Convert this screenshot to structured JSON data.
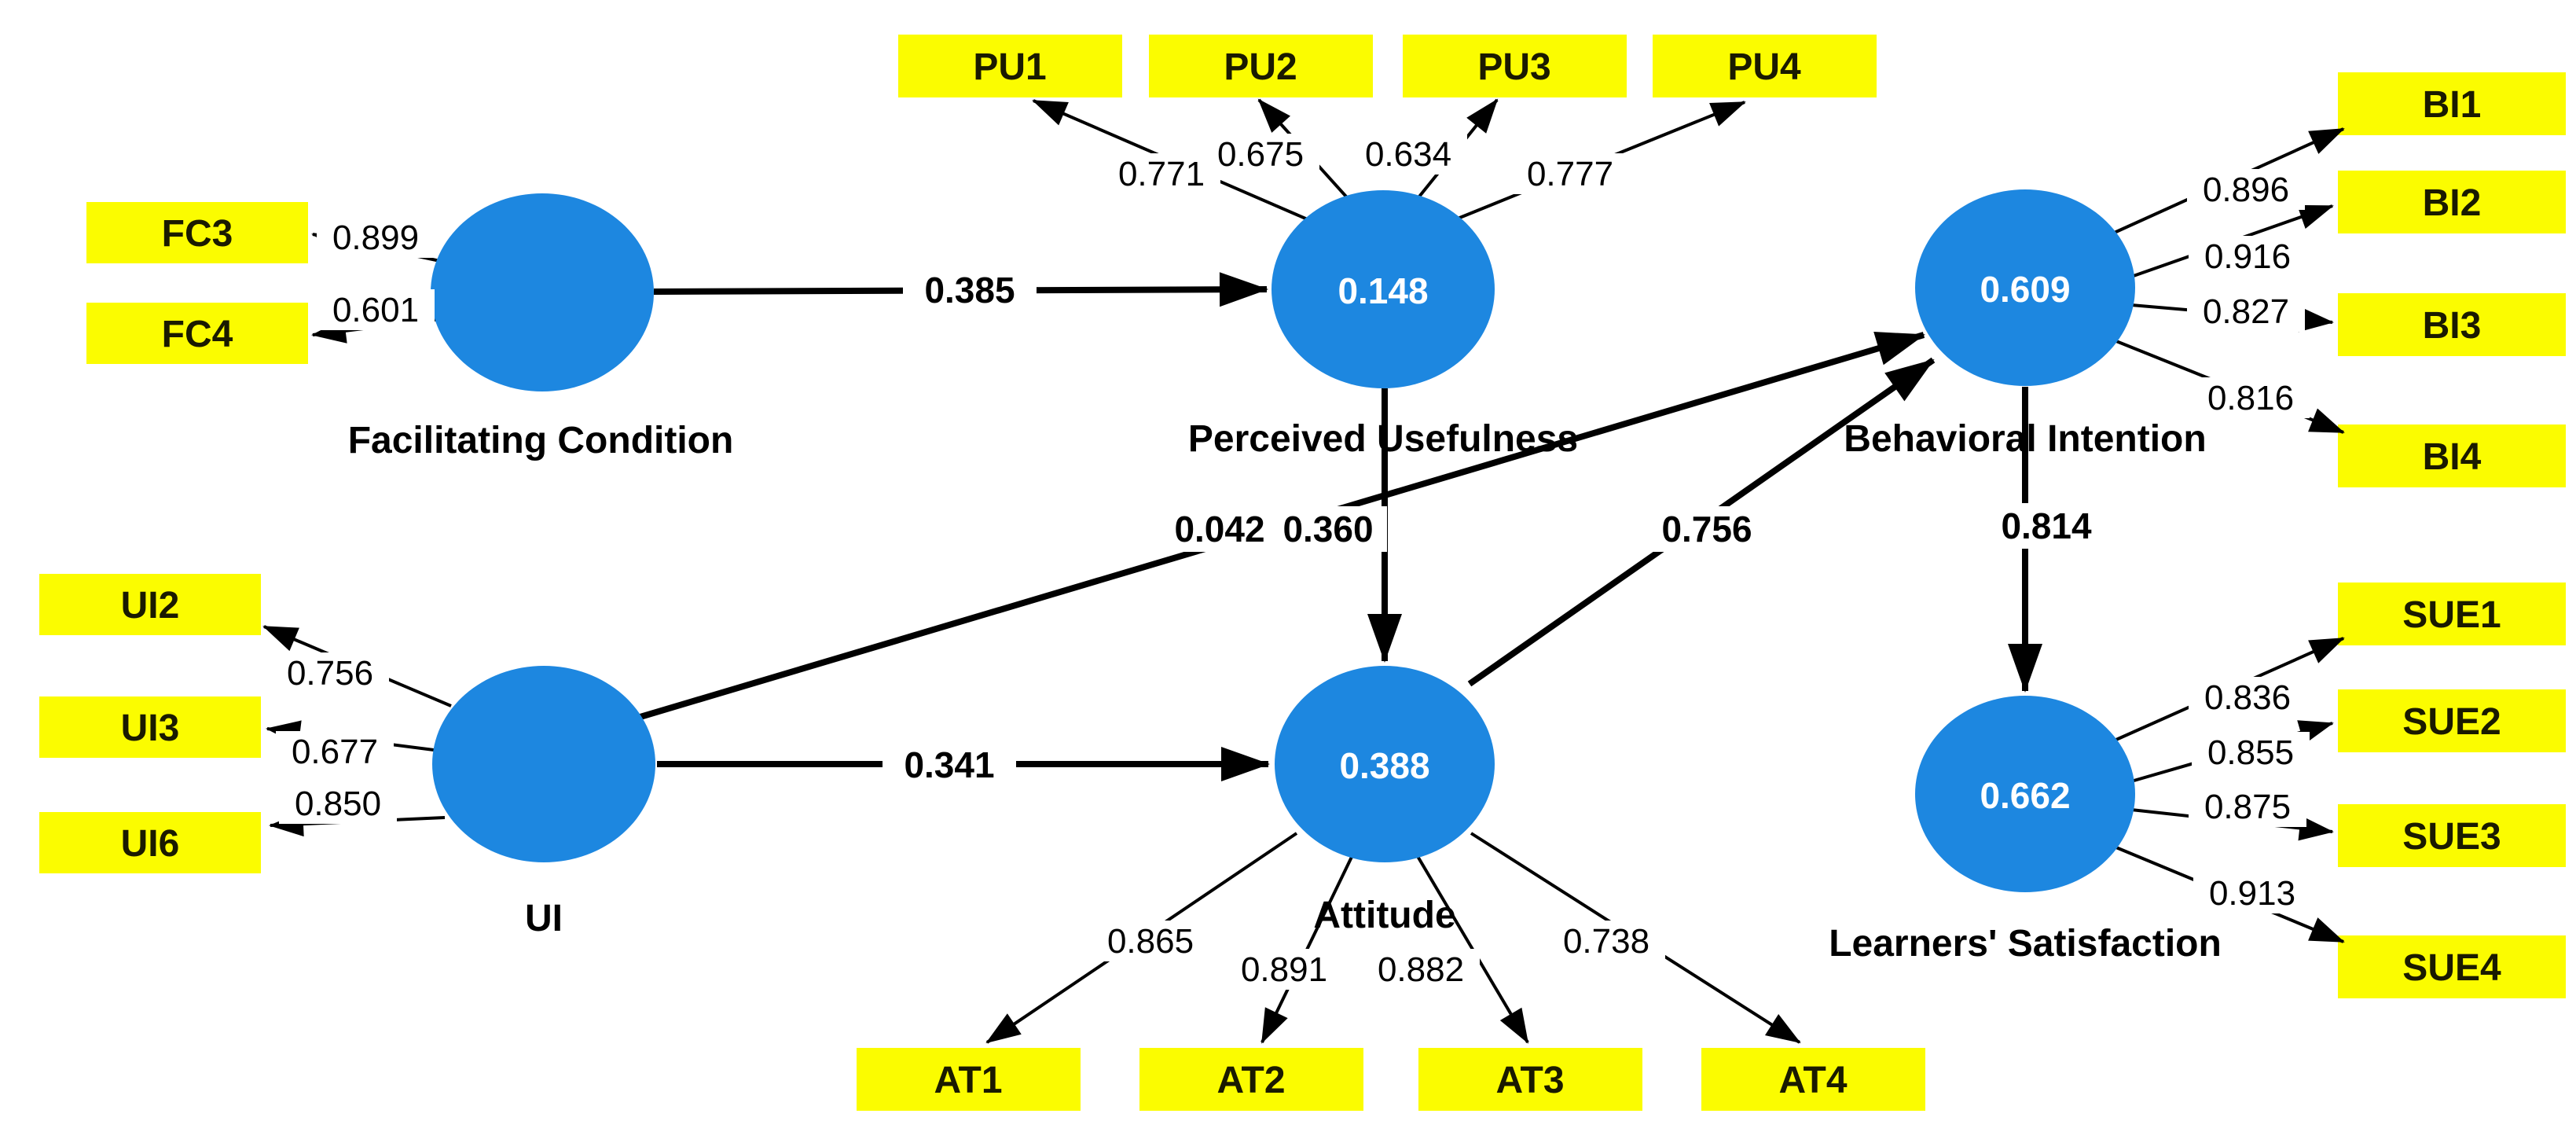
{
  "model": {
    "colors": {
      "construct_fill": "#1d87e0",
      "construct_text": "#ffffff",
      "indicator_fill": "#fbfc00",
      "line": "#000000",
      "text": "#000000"
    },
    "constructs": {
      "fc": {
        "label": "Facilitating Condition",
        "r2": ""
      },
      "pu": {
        "label": "Perceived Usefulness",
        "r2": "0.148"
      },
      "bi": {
        "label": "Behavioral Intention",
        "r2": "0.609"
      },
      "ui": {
        "label": "UI",
        "r2": ""
      },
      "at": {
        "label": "Attitude",
        "r2": "0.388"
      },
      "ls": {
        "label": "Learners' Satisfaction",
        "r2": "0.662"
      }
    },
    "indicators": {
      "fc": [
        {
          "label": "FC3",
          "loading": "0.899"
        },
        {
          "label": "FC4",
          "loading": "0.601"
        }
      ],
      "pu": [
        {
          "label": "PU1",
          "loading": "0.771"
        },
        {
          "label": "PU2",
          "loading": "0.675"
        },
        {
          "label": "PU3",
          "loading": "0.634"
        },
        {
          "label": "PU4",
          "loading": "0.777"
        }
      ],
      "bi": [
        {
          "label": "BI1",
          "loading": "0.896"
        },
        {
          "label": "BI2",
          "loading": "0.916"
        },
        {
          "label": "BI3",
          "loading": "0.827"
        },
        {
          "label": "BI4",
          "loading": "0.816"
        }
      ],
      "ui": [
        {
          "label": "UI2",
          "loading": "0.756"
        },
        {
          "label": "UI3",
          "loading": "0.677"
        },
        {
          "label": "UI6",
          "loading": "0.850"
        }
      ],
      "at": [
        {
          "label": "AT1",
          "loading": "0.865"
        },
        {
          "label": "AT2",
          "loading": "0.891"
        },
        {
          "label": "AT3",
          "loading": "0.882"
        },
        {
          "label": "AT4",
          "loading": "0.738"
        }
      ],
      "ls": [
        {
          "label": "SUE1",
          "loading": "0.836"
        },
        {
          "label": "SUE2",
          "loading": "0.855"
        },
        {
          "label": "SUE3",
          "loading": "0.875"
        },
        {
          "label": "SUE4",
          "loading": "0.913"
        }
      ]
    },
    "paths": {
      "fc_pu": {
        "from": "Facilitating Condition",
        "to": "Perceived Usefulness",
        "value": "0.385"
      },
      "ui_bi": {
        "from": "UI",
        "to": "Behavioral Intention",
        "value": "0.042"
      },
      "pu_at": {
        "from": "Perceived Usefulness",
        "to": "Attitude",
        "value": "0.360"
      },
      "ui_at": {
        "from": "UI",
        "to": "Attitude",
        "value": "0.341"
      },
      "at_bi": {
        "from": "Attitude",
        "to": "Behavioral Intention",
        "value": "0.756"
      },
      "bi_ls": {
        "from": "Behavioral Intention",
        "to": "Learners' Satisfaction",
        "value": "0.814"
      }
    }
  }
}
